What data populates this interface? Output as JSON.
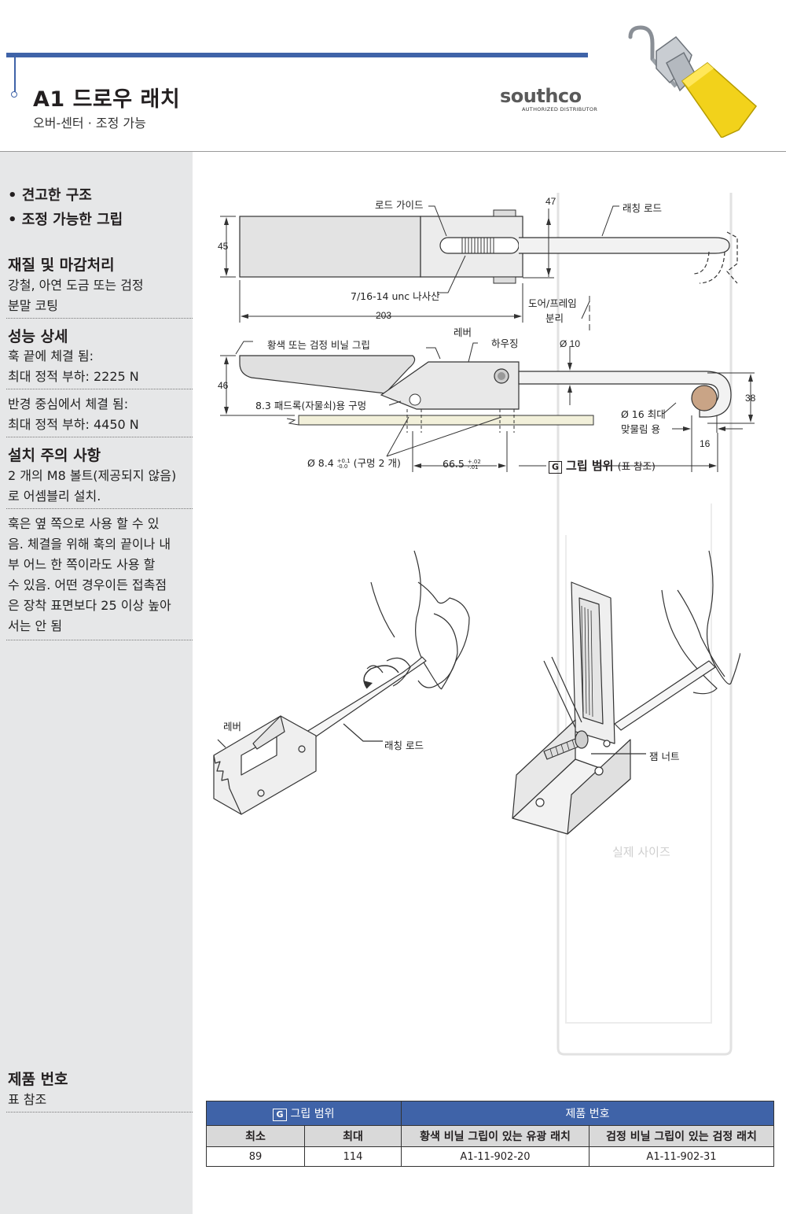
{
  "header": {
    "title": "A1 드로우 래치",
    "subtitle": "오버-센터 · 조정 가능",
    "logo_text": "southco",
    "logo_sub": "AUTHORIZED DISTRIBUTOR"
  },
  "sidebar": {
    "bullets": [
      "견고한 구조",
      "조정 가능한 그립"
    ],
    "material_head": "재질 및 마감처리",
    "material_line1": "강철, 아연 도금 또는 검정",
    "material_line2": "분말 코팅",
    "perf_head": "성능 상세",
    "perf1_line1": "훅 끝에 체결 됨:",
    "perf1_line2": "최대 정적 부하: 2225 N",
    "perf2_line1": "반경 중심에서 체결 됨:",
    "perf2_line2": "최대 정적 부하: 4450 N",
    "install_head": "설치 주의 사항",
    "install1_line1": "2 개의 M8 볼트(제공되지 않음)",
    "install1_line2": "로 어셈블리 설치.",
    "install2_lines": [
      "훅은 옆 쪽으로 사용 할 수 있",
      "음. 체결을 위해 훅의 끝이나 내",
      "부 어느 한 쪽이라도 사용 할",
      "수 있음. 어떤 경우이든 접촉점",
      "은 장착 표면보다 25 이상 높아",
      "서는 안 됨"
    ],
    "part_head": "제품 번호",
    "part_text": "표 참조"
  },
  "drawing": {
    "rod_guide": "로드 가이드",
    "dim_47": "47",
    "latching_rod": "래칭 로드",
    "dim_45": "45",
    "thread": "7/16-14 unc 나사산",
    "door_frame_line1": "도어/프레임",
    "door_frame_line2": "분리",
    "dim_203": "203",
    "lever": "레버",
    "grip_label": "황색 또는 검정 비닐 그립",
    "housing": "하우징",
    "dia_10": "Ø 10",
    "dim_46": "46",
    "padlock": "8.3 패드록(자물쇠)용 구멍",
    "dim_38": "38",
    "dia_16_line1": "Ø 16 최대",
    "dia_16_line2": "맞물림 용",
    "dim_16": "16",
    "hole_dia": "Ø 8.4",
    "hole_tol_up": "+0.1",
    "hole_tol_dn": "-0.0",
    "hole_count": "(구멍 2 개)",
    "dim_66": "66.5",
    "tol_up": "+.02",
    "tol_dn": "-.01",
    "g_letter": "G",
    "grip_range": "그립 범위",
    "grip_range_ref": "(표 참조)",
    "lever2": "레버",
    "latching_rod2": "래칭 로드",
    "jam_nut": "잼 너트",
    "actual_size": "실제 사이즈"
  },
  "table": {
    "g_letter": "G",
    "grip_header": "그립 범위",
    "part_header": "제품 번호",
    "col_min": "최소",
    "col_max": "최대",
    "col_yellow": "황색 비닐 그립이 있는 유광 래치",
    "col_black": "검정 비닐 그립이 있는 검정 래치",
    "rows": [
      {
        "min": "89",
        "max": "114",
        "yellow": "A1-11-902-20",
        "black": "A1-11-902-31"
      }
    ]
  }
}
